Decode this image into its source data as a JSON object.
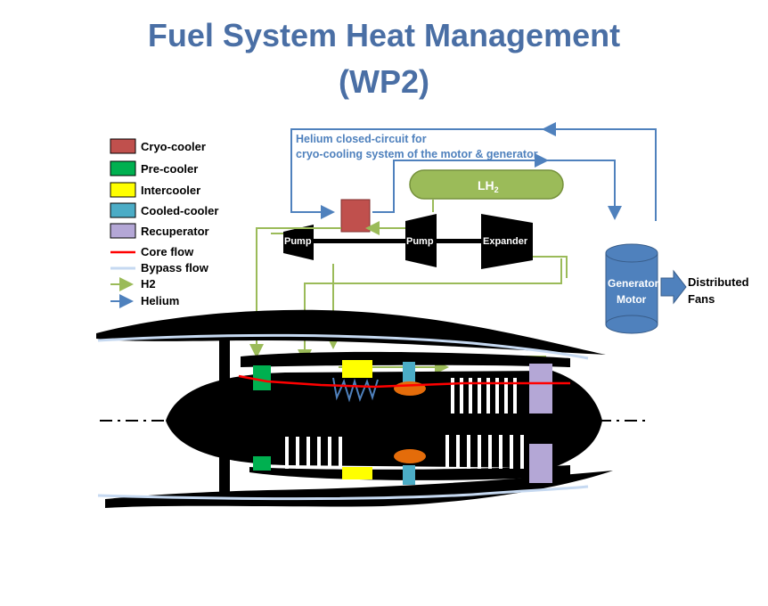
{
  "title": {
    "line1": "Fuel System Heat Management",
    "line2": "(WP2)"
  },
  "legend": {
    "items": [
      {
        "label": "Cryo-cooler",
        "color": "#c0504d"
      },
      {
        "label": "Pre-cooler",
        "color": "#00b050"
      },
      {
        "label": "Intercooler",
        "color": "#ffff00"
      },
      {
        "label": "Cooled-cooler",
        "color": "#4bacc6"
      },
      {
        "label": "Recuperator",
        "color": "#b4a7d6"
      },
      {
        "label": "Core flow",
        "color": "#ff0000"
      },
      {
        "label": "Bypass flow",
        "color": "#c6d9f1"
      },
      {
        "label": "H2",
        "color": "#9bbb59"
      },
      {
        "label": "Helium",
        "color": "#4f81bd"
      }
    ]
  },
  "helium_note": {
    "line1": "Helium closed-circuit for",
    "line2": "cryo-cooling system of the motor & generator"
  },
  "components": {
    "lh2_tank": "LH",
    "lh2_sub": "2",
    "pump_left": "Pump",
    "pump_right": "Pump",
    "expander": "Expander",
    "generator_line1": "Generator",
    "generator_line2": "Motor",
    "fans_line1": "Distributed",
    "fans_line2": "Fans"
  },
  "colors": {
    "title": "#4a6fa5",
    "helium": "#4f81bd",
    "h2": "#9bbb59",
    "core": "#ff0000",
    "bypass": "#c6d9f1",
    "engine": "#000000",
    "combustor": "#e46c0a"
  }
}
